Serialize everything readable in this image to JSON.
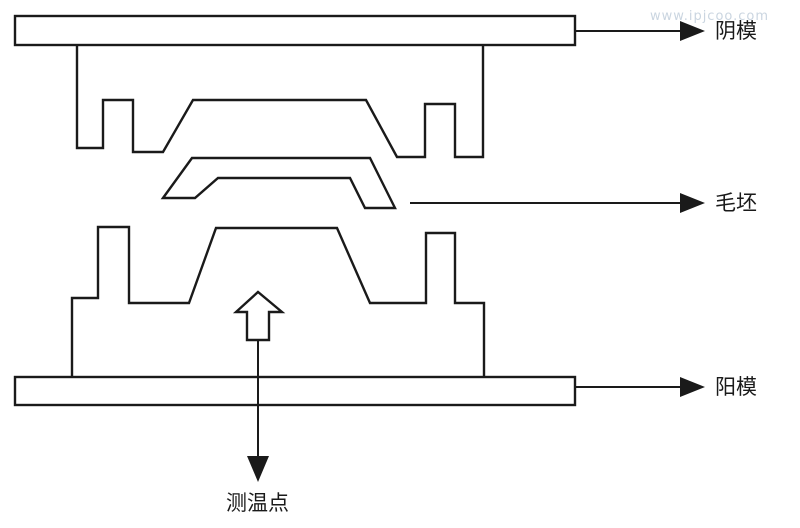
{
  "labels": {
    "upper_mold": "阴模",
    "blank": "毛坯",
    "lower_mold": "阳模",
    "measure_point": "测温点"
  },
  "watermark": "www.ipjcoo.com",
  "colors": {
    "stroke": "#1a1a1a",
    "text": "#1a1a1a",
    "watermark": "#9fb3c8",
    "background": "#ffffff"
  },
  "icons": {
    "upward_arrow": "hollow-up-arrow",
    "pointer_arrow": "solid-triangle-arrowhead"
  }
}
